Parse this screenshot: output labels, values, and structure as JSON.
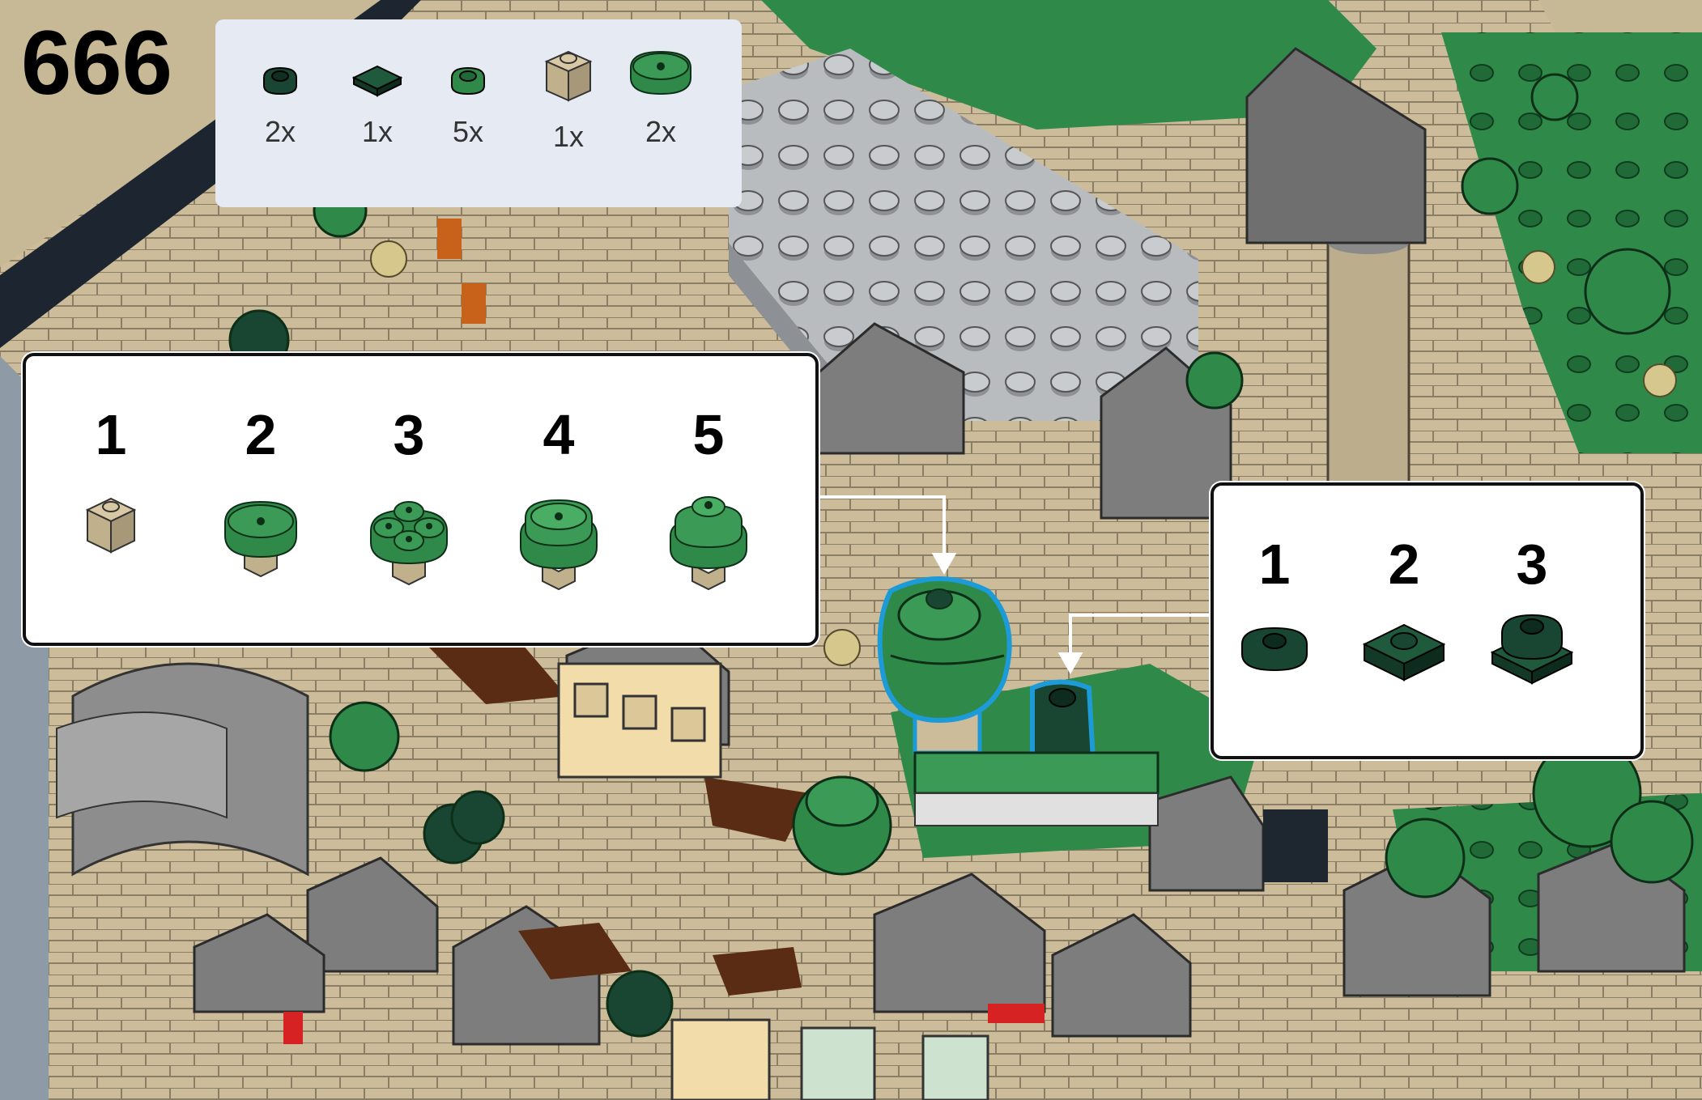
{
  "step": {
    "number": "666"
  },
  "parts_list": [
    {
      "icon": "dark-green-flower-plate-icon",
      "qty": "2x"
    },
    {
      "icon": "dark-green-square-plate-icon",
      "qty": "1x"
    },
    {
      "icon": "green-flower-plate-icon",
      "qty": "5x"
    },
    {
      "icon": "tan-1x1-brick-icon",
      "qty": "1x"
    },
    {
      "icon": "green-round-plate-icon",
      "qty": "2x"
    }
  ],
  "callout_left": {
    "steps": [
      {
        "number": "1",
        "icon": "tan-brick-icon"
      },
      {
        "number": "2",
        "icon": "green-round-plate-on-brick-icon"
      },
      {
        "number": "3",
        "icon": "flower-plates-on-round-plate-icon"
      },
      {
        "number": "4",
        "icon": "round-plate-stack-icon"
      },
      {
        "number": "5",
        "icon": "finished-tree-icon"
      }
    ]
  },
  "callout_right": {
    "steps": [
      {
        "number": "1",
        "icon": "dark-flower-plate-icon"
      },
      {
        "number": "2",
        "icon": "dark-square-plate-icon"
      },
      {
        "number": "3",
        "icon": "dark-bush-stack-icon"
      }
    ]
  },
  "colors": {
    "green": "#237841",
    "dark_green": "#184632",
    "tan": "#cdbc9a",
    "dark_tan": "#958a73",
    "light_gray": "#a0a5a9",
    "dark_gray": "#646464",
    "highlight": "#1d9bd9",
    "panel_bg": "#e6eaf3"
  }
}
